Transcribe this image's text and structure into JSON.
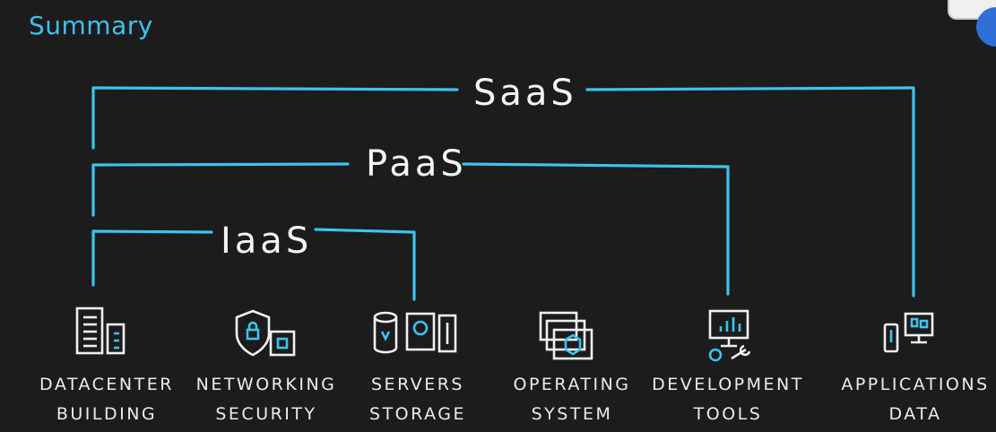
{
  "title": "Summary",
  "tiers": [
    {
      "label": "SaaS"
    },
    {
      "label": "PaaS"
    },
    {
      "label": "IaaS"
    }
  ],
  "components": [
    {
      "line1": "DATACENTER",
      "line2": "BUILDING",
      "icon": "datacenter-building-icon"
    },
    {
      "line1": "NETWORKING",
      "line2": "SECURITY",
      "icon": "networking-security-icon"
    },
    {
      "line1": "SERVERS",
      "line2": "STORAGE",
      "icon": "servers-storage-icon"
    },
    {
      "line1": "OPERATING",
      "line2": "SYSTEM",
      "icon": "operating-system-icon"
    },
    {
      "line1": "DEVELOPMENT",
      "line2": "TOOLS",
      "icon": "development-tools-icon"
    },
    {
      "line1": "APPLICATIONS",
      "line2": "DATA",
      "icon": "applications-data-icon"
    }
  ],
  "colors": {
    "accent": "#3cc3ef",
    "background": "#1c1c1c",
    "text": "#ececec"
  }
}
